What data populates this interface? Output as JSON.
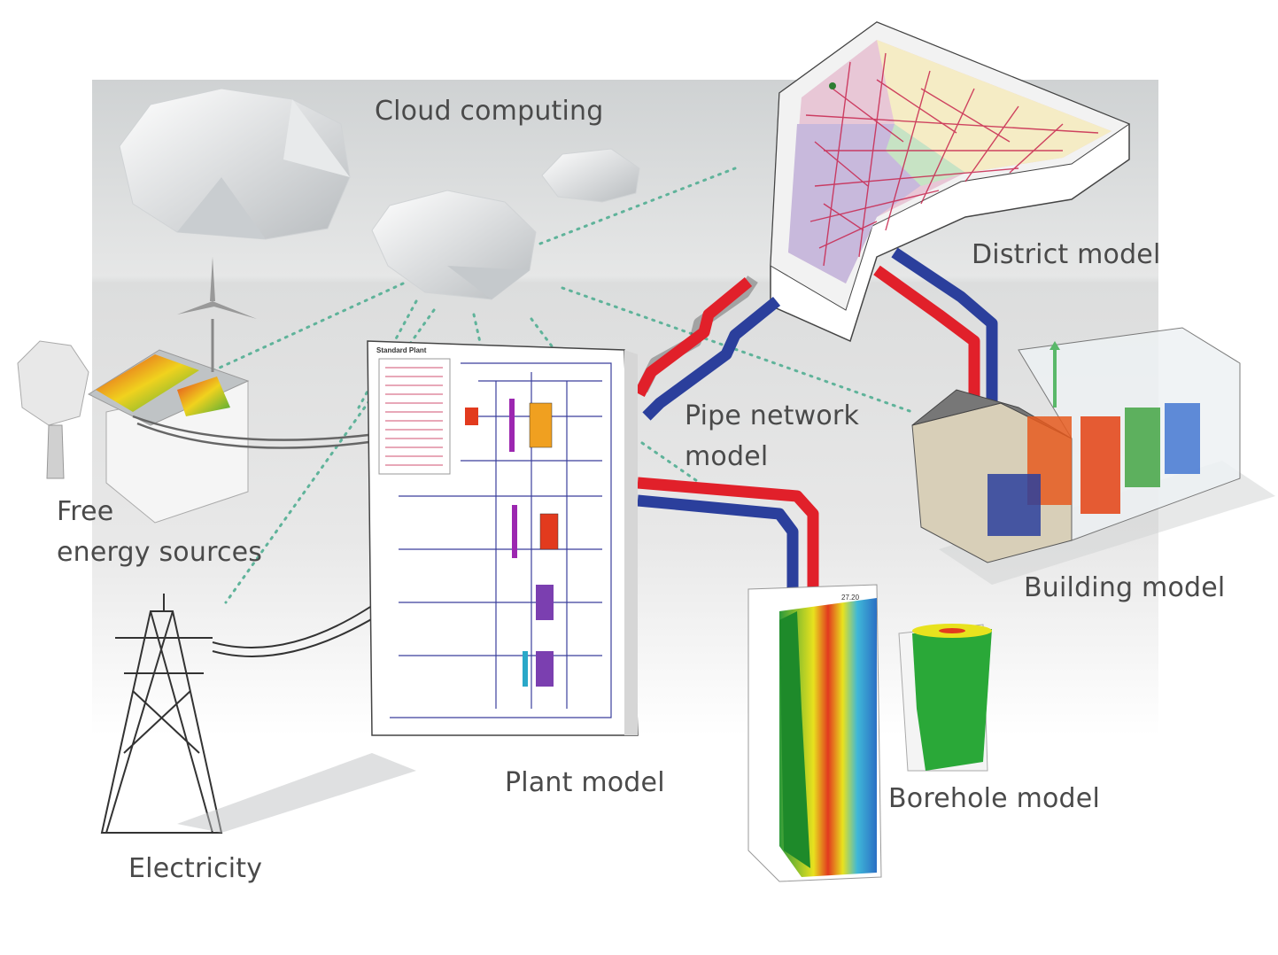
{
  "labels": {
    "cloud_computing": "Cloud computing",
    "district_model": "District model",
    "pipe_network_line1": "Pipe network",
    "pipe_network_line2": "model",
    "building_model": "Building model",
    "free_energy_line1": "Free",
    "free_energy_line2": "energy sources",
    "electricity": "Electricity",
    "plant_model": "Plant model",
    "borehole_model": "Borehole model"
  },
  "plant_diagram": {
    "title": "Standard Plant",
    "value_readout": "27.20"
  },
  "colors": {
    "background_band": "#d6d8d8",
    "connector_dots": "#5fb39a",
    "supply_pipe": "#e1202a",
    "return_pipe": "#2b3f9c",
    "label_text": "#4a4a4a"
  }
}
